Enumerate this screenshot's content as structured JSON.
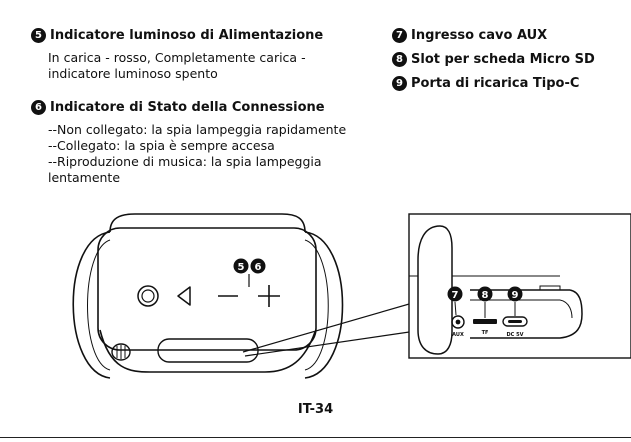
{
  "sections": {
    "s5": {
      "number": "5",
      "title": "Indicatore luminoso di Alimentazione",
      "lines": [
        "In carica - rosso, Completamente carica -",
        "indicatore luminoso spento"
      ]
    },
    "s6": {
      "number": "6",
      "title": "Indicatore di Stato della Connessione",
      "lines": [
        "--Non collegato: la spia lampeggia rapidamente",
        "--Collegato: la spia è sempre accesa",
        "--Riproduzione di musica: la spia lampeggia",
        "lentamente"
      ]
    },
    "s7": {
      "number": "7",
      "title": "Ingresso cavo AUX"
    },
    "s8": {
      "number": "8",
      "title": "Slot per scheda Micro SD"
    },
    "s9": {
      "number": "9",
      "title": "Porta di ricarica Tipo-C"
    }
  },
  "illustration": {
    "callout_top": [
      "5",
      "6"
    ],
    "callout_side": [
      "7",
      "8",
      "9"
    ],
    "port_labels": {
      "aux": "AUX",
      "tf": "TF",
      "dc": "DC 5V"
    }
  },
  "footer": {
    "page_number": "IT-34"
  }
}
